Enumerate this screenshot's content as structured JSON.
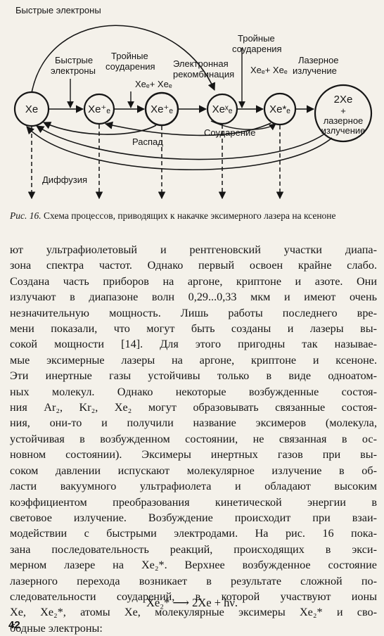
{
  "figure": {
    "top_label": "Быстрые электроны",
    "nodes": [
      "Xe",
      "Xe⁺ₑ",
      "Xe⁺ₑ",
      "Xeˣₑ",
      "Xe*ₑ",
      "2Xe"
    ],
    "node_plus": "+",
    "node_end_lines": [
      "лазерное",
      "излучение"
    ],
    "labels": {
      "fast_electrons": [
        "Быстрые",
        "электроны"
      ],
      "triple_collisions_1": [
        "Тройные",
        "соударения"
      ],
      "xe_xe_1": "Xeₑ+ Xeₑ",
      "recombination": [
        "Электронная",
        "рекомбинация"
      ],
      "triple_collisions_2": [
        "Тройные",
        "соударения"
      ],
      "xe_xe_2": "Xeₑ+ Xeₑ",
      "laser_radiation": [
        "Лазерное",
        "излучение"
      ],
      "decay": "Распад",
      "collision": "Соударение",
      "diffusion": "Диффузия"
    }
  },
  "caption": {
    "label": "Рис. 16.",
    "text": "Схема процессов, приводящих к накачке эксимерного лазера на ксеноне"
  },
  "body": {
    "lines": [
      "ют ультрафиолетовый и рентгеновский участки диапа-",
      "зона спектра частот. Однако первый освоен крайне слабо.",
      "Создана часть приборов на аргоне, криптоне и азоте. Они",
      "излучают в диапазоне волн 0,29...0,33 мкм и имеют очень",
      "незначительную мощность. Лишь работы последнего вре-",
      "мени показали, что могут быть созданы и лазеры вы-",
      "сокой мощности [14]. Для этого пригодны так называе-",
      "мые эксимерные лазеры на аргоне, криптоне и ксеноне.",
      "Эти инертные газы устойчивы только в виде одноатом-",
      "ных молекул. Однако некоторые возбужденные состоя-",
      "ния Ar₂, Kr₂, Xe₂ могут образовывать связанные состоя-",
      "ния, они-то и получили название эксимеров (молекула,",
      "устойчивая в возбужденном состоянии, не связанная в ос-",
      "новном состоянии). Эксимеры инертных газов при вы-",
      "соком давлении испускают молекулярное излучение в об-",
      "ласти вакуумного ультрафиолета и обладают высоким",
      "коэффициентом преобразования кинетической энергии в",
      "световое излучение. Возбуждение происходит при взаи-",
      "модействии с быстрыми электродами. На рис. 16 пока-",
      "зана последовательность реакций, происходящих в экси-",
      "мерном лазере на Xe₂*. Верхнее возбужденное состояние",
      "лазерного перехода возникает в результате сложной по-",
      "следовательности соударений, в которой участвуют ионы",
      "Xe, Xe₂*, атомы Xe, молекулярные эксимеры Xe₂* и сво-",
      "бодные электроны:"
    ]
  },
  "formula": "Xe₂* ⟶ 2Xe + hν.",
  "page_number": "42"
}
